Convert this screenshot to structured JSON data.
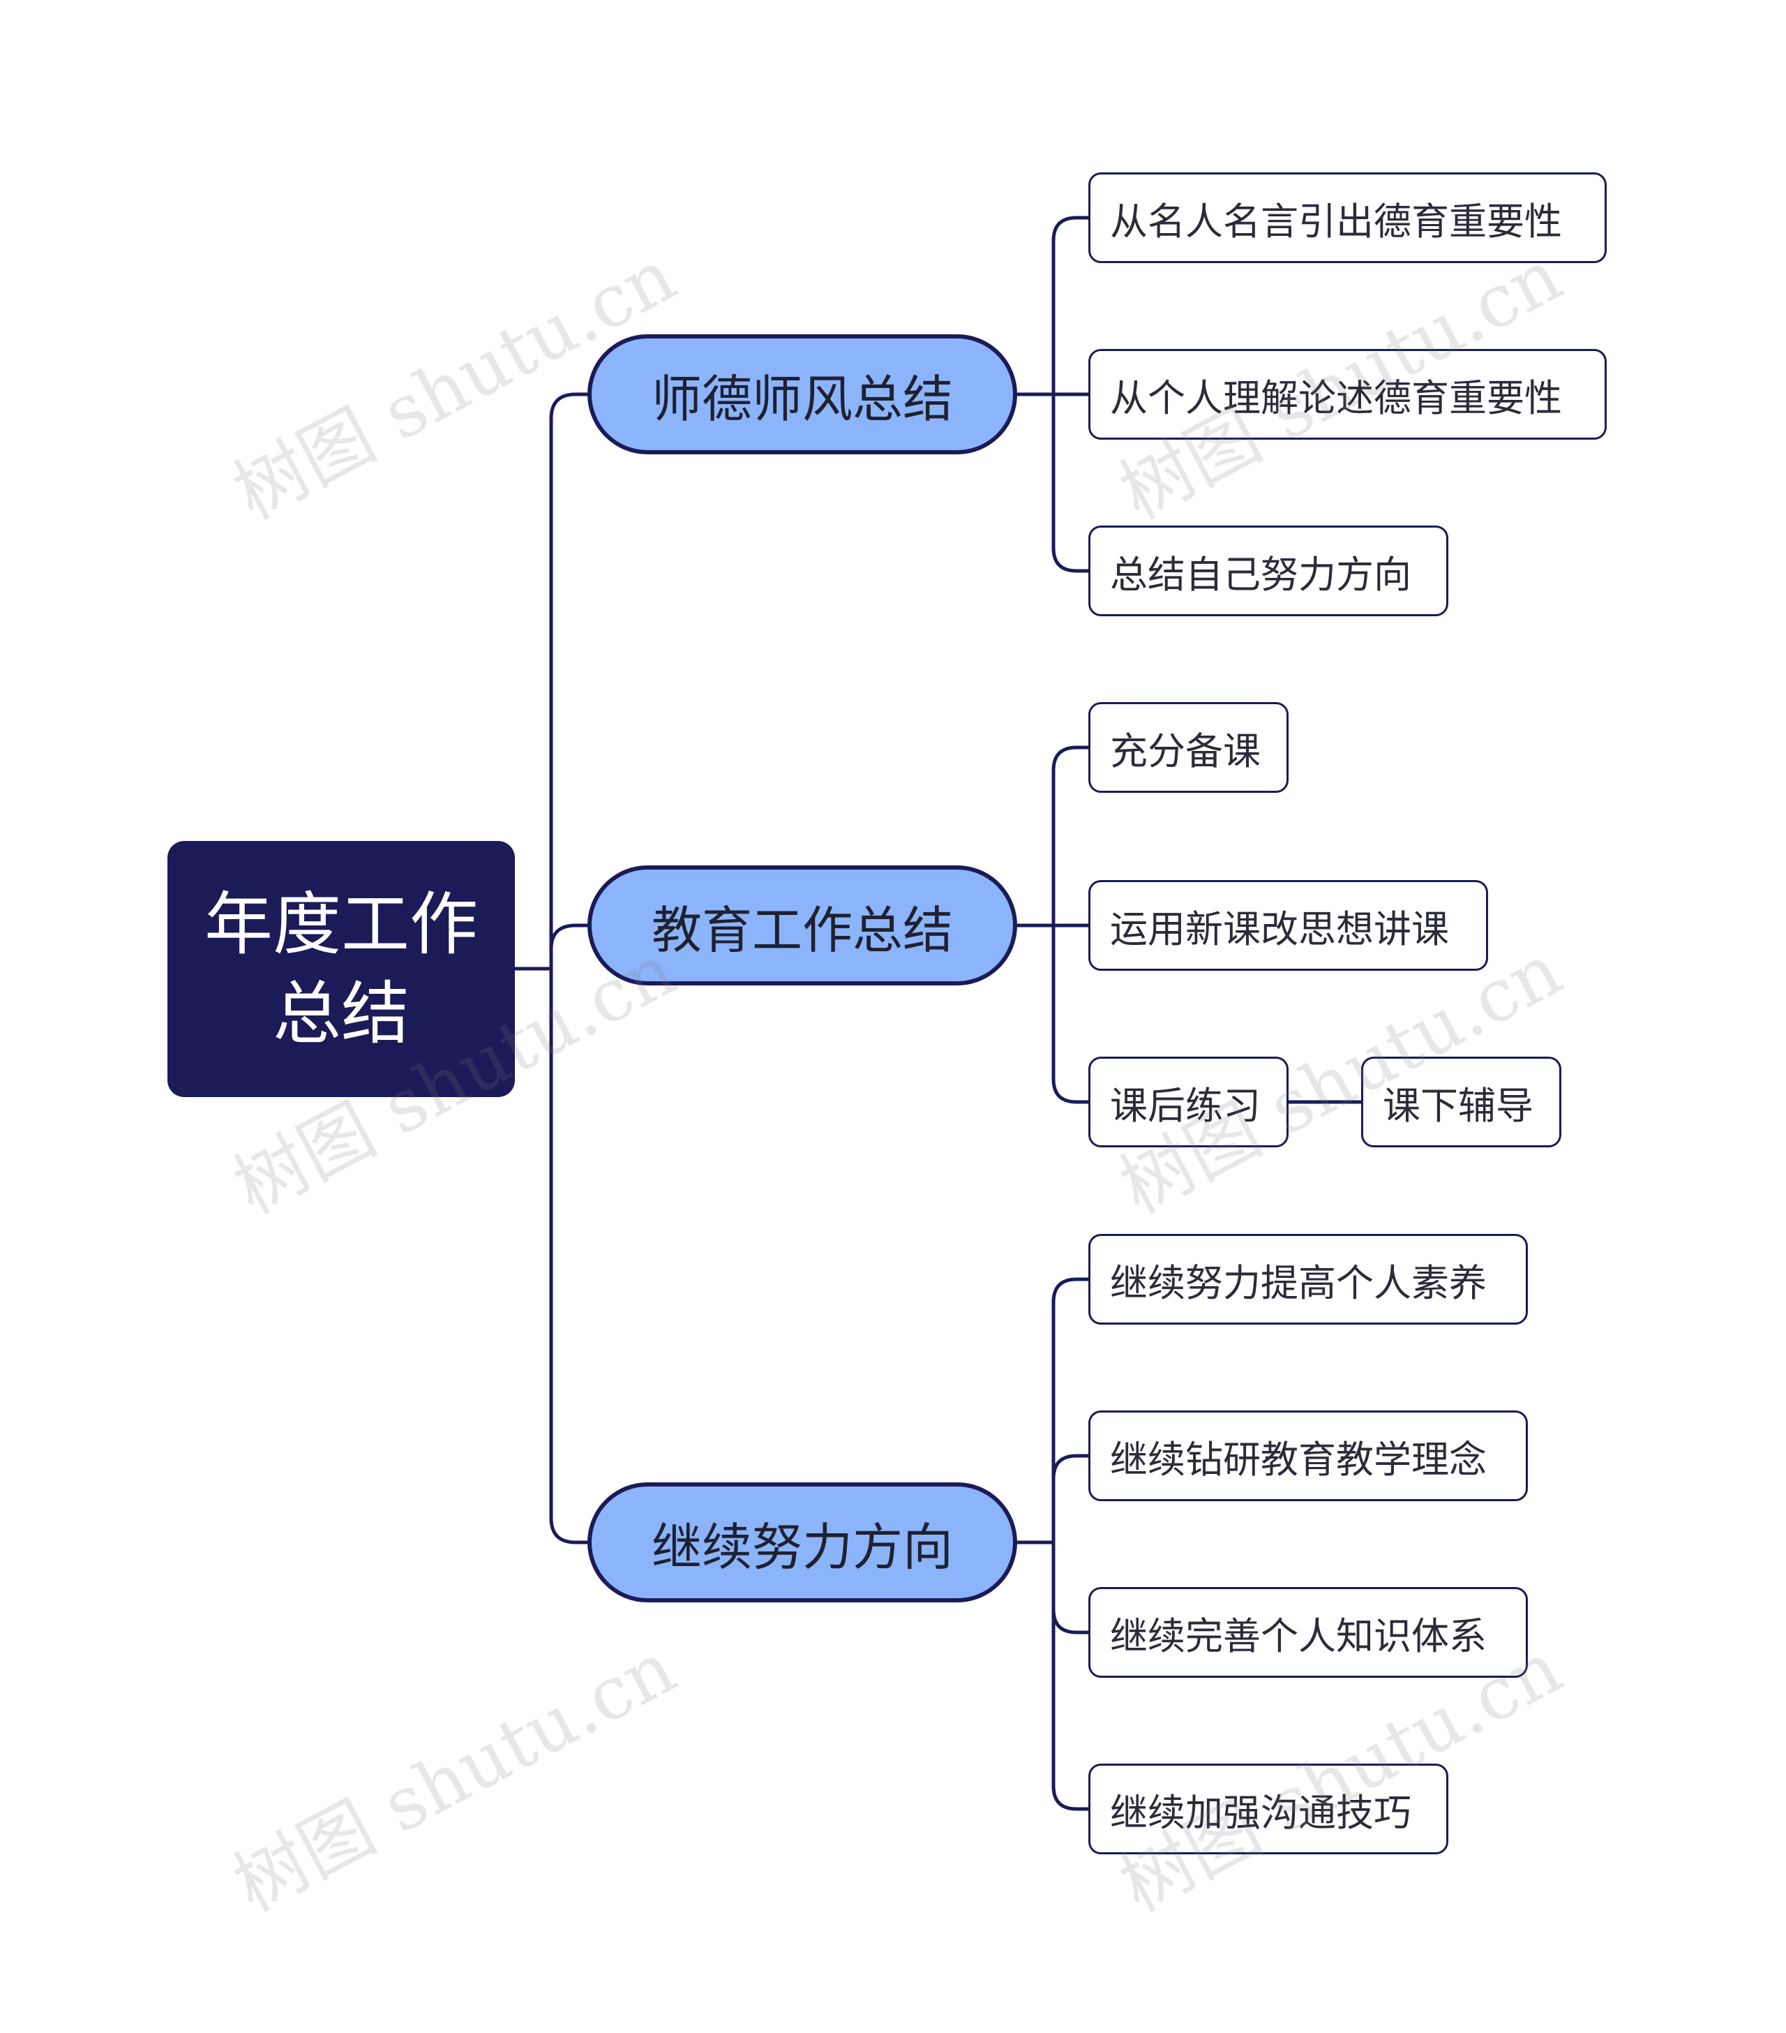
{
  "root": {
    "label": "年度工作总结"
  },
  "branches": [
    {
      "label": "师德师风总结",
      "children": [
        {
          "label": "从名人名言引出德育重要性"
        },
        {
          "label": "从个人理解论述德育重要性"
        },
        {
          "label": "总结自己努力方向"
        }
      ]
    },
    {
      "label": "教育工作总结",
      "children": [
        {
          "label": "充分备课"
        },
        {
          "label": "运用新课改思想讲课"
        },
        {
          "label": "课后练习",
          "children": [
            {
              "label": "课下辅导"
            }
          ]
        }
      ]
    },
    {
      "label": "继续努力方向",
      "children": [
        {
          "label": "继续努力提高个人素养"
        },
        {
          "label": "继续钻研教育教学理念"
        },
        {
          "label": "继续完善个人知识体系"
        },
        {
          "label": "继续加强沟通技巧"
        }
      ]
    }
  ],
  "watermark": {
    "text": "树图 shutu.cn"
  },
  "colors": {
    "root_fill": "#1b1b58",
    "branch_fill": "#8cb4fb",
    "line": "#1b1b58"
  }
}
